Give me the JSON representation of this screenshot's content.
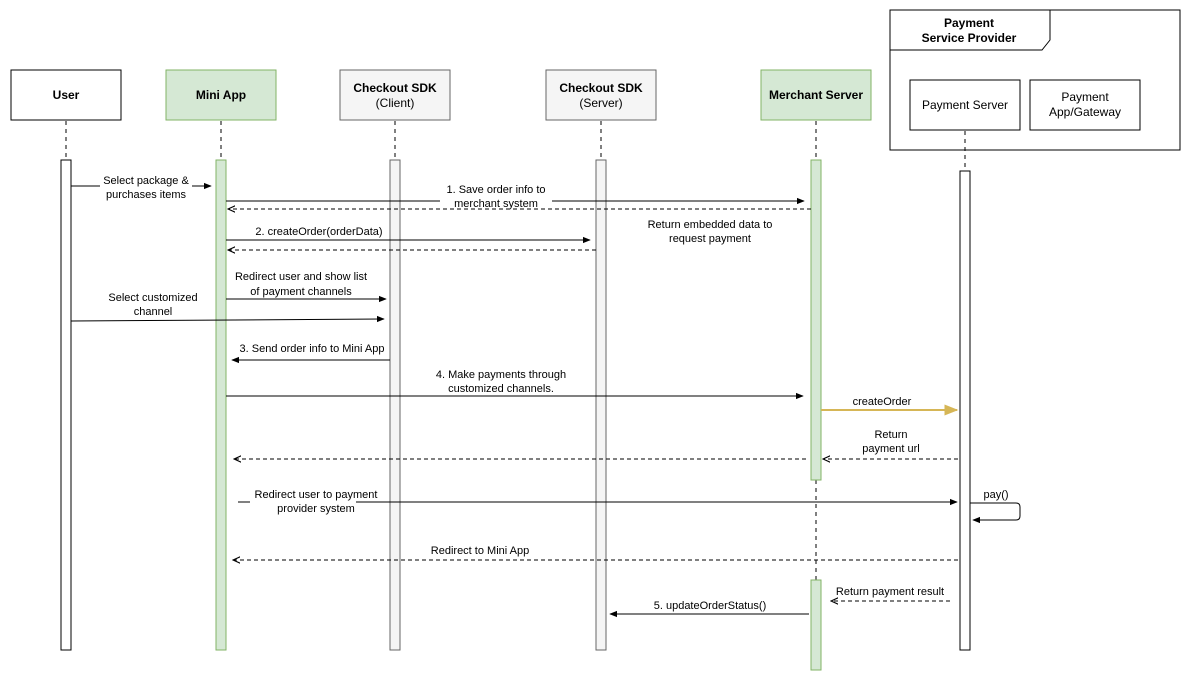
{
  "participants": {
    "user": {
      "label": "User"
    },
    "mini_app": {
      "label": "Mini App"
    },
    "checkout_client": {
      "title": "Checkout SDK",
      "subtitle": "(Client)"
    },
    "checkout_server": {
      "title": "Checkout SDK",
      "subtitle": "(Server)"
    },
    "merchant_server": {
      "label": "Merchant Server"
    },
    "psp": {
      "title_line1": "Payment",
      "title_line2": "Service Provider",
      "payment_server": "Payment Server",
      "gateway_line1": "Payment",
      "gateway_line2": "App/Gateway"
    }
  },
  "messages": {
    "m_select_package": {
      "line1": "Select package &",
      "line2": "purchases items"
    },
    "m_save_order": {
      "line1": "1. Save order info to",
      "line2": "merchant system"
    },
    "m_return_embedded": {
      "line1": "Return embedded data to",
      "line2": "request payment"
    },
    "m_create_order_data": {
      "line1": "2. createOrder(orderData)"
    },
    "m_redirect_show": {
      "line1": "Redirect user and show list",
      "line2": "of payment channels"
    },
    "m_select_channel": {
      "line1": "Select customized",
      "line2": "channel"
    },
    "m_send_order_info": {
      "line1": "3. Send order info to Mini App"
    },
    "m_make_payments": {
      "line1": "4. Make payments through",
      "line2": "customized channels."
    },
    "m_create_order": {
      "line1": "createOrder"
    },
    "m_return_url": {
      "line1": "Return",
      "line2": "payment url"
    },
    "m_redirect_provider": {
      "line1": "Redirect user to payment",
      "line2": "provider system"
    },
    "m_pay": {
      "line1": "pay()"
    },
    "m_redirect_mini": {
      "line1": "Redirect to Mini App"
    },
    "m_return_result": {
      "line1": "Return payment result"
    },
    "m_update_status": {
      "line1": "5. updateOrderStatus()"
    }
  },
  "colors": {
    "mini_app_fill": "#d5e8d4",
    "mini_app_stroke": "#82b366",
    "sdk_fill": "#f5f5f5",
    "sdk_stroke": "#666666",
    "highlight_arrow": "#d6b656",
    "line": "#000000"
  }
}
